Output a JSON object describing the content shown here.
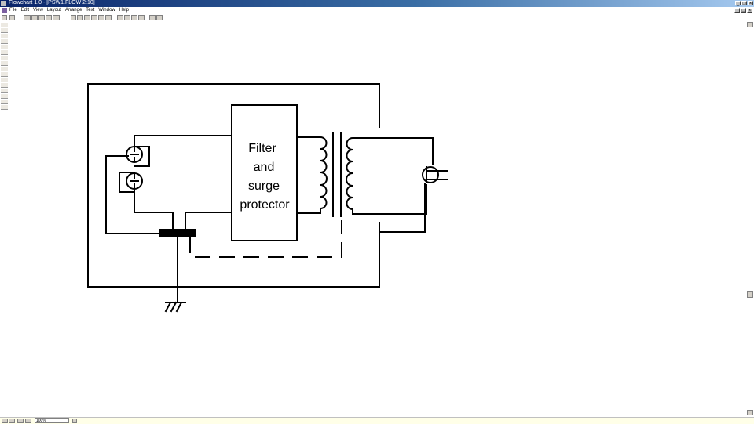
{
  "window": {
    "title": "Flowchart 1.0 - [PSW1.FLOW 2:10]",
    "controls": [
      "_",
      "□",
      "×"
    ]
  },
  "menu": {
    "items": [
      "File",
      "Edit",
      "View",
      "Layout",
      "Arrange",
      "Text",
      "Window",
      "Help"
    ],
    "mdi_controls": [
      "_",
      "□",
      "×"
    ]
  },
  "statusbar": {
    "zoom": "100%"
  },
  "diagram": {
    "block_label_lines": [
      "Filter",
      "and",
      "surge",
      "protector"
    ]
  }
}
